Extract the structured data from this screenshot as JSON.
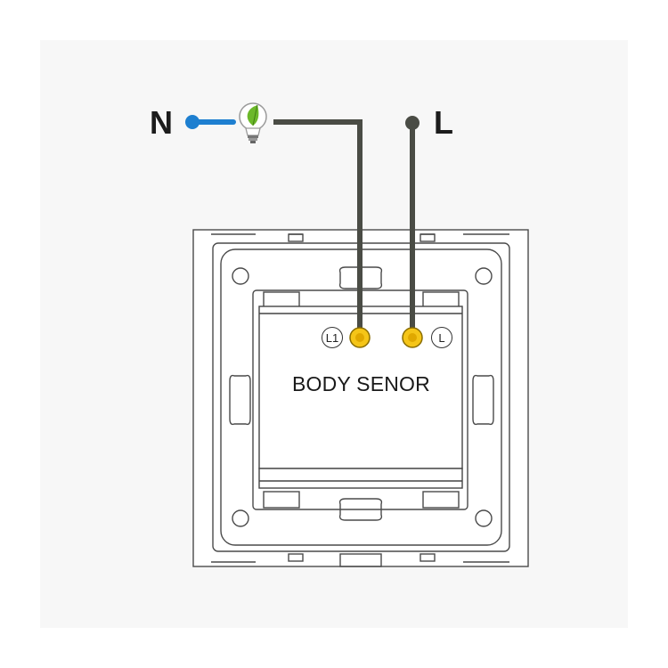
{
  "diagram": {
    "neutral_label": "N",
    "line_label": "L",
    "module_title": "BODY SENOR",
    "terminals": {
      "load": "L1",
      "line": "L"
    },
    "icons": [
      "lightbulb-icon"
    ],
    "colors": {
      "neutral_wire": "#1e7fd0",
      "live_wire": "#4a4c45",
      "terminal": "#f5c518",
      "outline": "#444444"
    }
  }
}
